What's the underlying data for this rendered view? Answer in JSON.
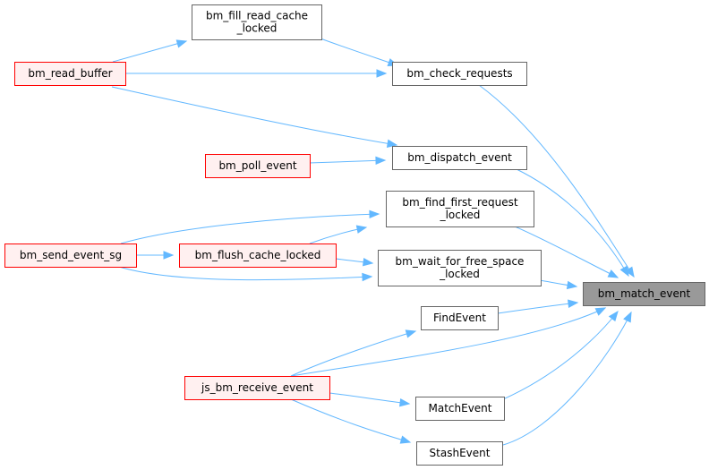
{
  "colors": {
    "edge": "#63b8ff",
    "normal_fill": "#ffffff",
    "normal_stroke": "#666666",
    "alert_fill": "#fff0f0",
    "alert_stroke": "#ff0000",
    "focus_fill": "#999999",
    "focus_stroke": "#666666"
  },
  "nodes": {
    "bm_fill_read_cache_locked": {
      "lines": [
        "bm_fill_read_cache",
        "_locked"
      ],
      "style": "normal"
    },
    "bm_read_buffer": {
      "lines": [
        "bm_read_buffer"
      ],
      "style": "alert"
    },
    "bm_check_requests": {
      "lines": [
        "bm_check_requests"
      ],
      "style": "normal"
    },
    "bm_poll_event": {
      "lines": [
        "bm_poll_event"
      ],
      "style": "alert"
    },
    "bm_dispatch_event": {
      "lines": [
        "bm_dispatch_event"
      ],
      "style": "normal"
    },
    "bm_find_first_request_locked": {
      "lines": [
        "bm_find_first_request",
        "_locked"
      ],
      "style": "normal"
    },
    "bm_send_event_sg": {
      "lines": [
        "bm_send_event_sg"
      ],
      "style": "alert"
    },
    "bm_flush_cache_locked": {
      "lines": [
        "bm_flush_cache_locked"
      ],
      "style": "alert"
    },
    "bm_wait_for_free_space_locked": {
      "lines": [
        "bm_wait_for_free_space",
        "_locked"
      ],
      "style": "normal"
    },
    "bm_match_event": {
      "lines": [
        "bm_match_event"
      ],
      "style": "focus"
    },
    "FindEvent": {
      "lines": [
        "FindEvent"
      ],
      "style": "normal"
    },
    "js_bm_receive_event": {
      "lines": [
        "js_bm_receive_event"
      ],
      "style": "alert"
    },
    "MatchEvent": {
      "lines": [
        "MatchEvent"
      ],
      "style": "normal"
    },
    "StashEvent": {
      "lines": [
        "StashEvent"
      ],
      "style": "normal"
    }
  },
  "edges": [
    {
      "from": "bm_read_buffer",
      "to": "bm_fill_read_cache_locked"
    },
    {
      "from": "bm_fill_read_cache_locked",
      "to": "bm_check_requests"
    },
    {
      "from": "bm_read_buffer",
      "to": "bm_check_requests"
    },
    {
      "from": "bm_read_buffer",
      "to": "bm_dispatch_event"
    },
    {
      "from": "bm_poll_event",
      "to": "bm_dispatch_event"
    },
    {
      "from": "bm_send_event_sg",
      "to": "bm_find_first_request_locked"
    },
    {
      "from": "bm_flush_cache_locked",
      "to": "bm_find_first_request_locked"
    },
    {
      "from": "bm_send_event_sg",
      "to": "bm_flush_cache_locked"
    },
    {
      "from": "bm_flush_cache_locked",
      "to": "bm_wait_for_free_space_locked"
    },
    {
      "from": "bm_send_event_sg",
      "to": "bm_wait_for_free_space_locked"
    },
    {
      "from": "bm_check_requests",
      "to": "bm_match_event"
    },
    {
      "from": "bm_dispatch_event",
      "to": "bm_match_event"
    },
    {
      "from": "bm_find_first_request_locked",
      "to": "bm_match_event"
    },
    {
      "from": "bm_wait_for_free_space_locked",
      "to": "bm_match_event"
    },
    {
      "from": "FindEvent",
      "to": "bm_match_event"
    },
    {
      "from": "js_bm_receive_event",
      "to": "bm_match_event"
    },
    {
      "from": "MatchEvent",
      "to": "bm_match_event"
    },
    {
      "from": "StashEvent",
      "to": "bm_match_event"
    },
    {
      "from": "js_bm_receive_event",
      "to": "FindEvent"
    },
    {
      "from": "js_bm_receive_event",
      "to": "MatchEvent"
    },
    {
      "from": "js_bm_receive_event",
      "to": "StashEvent"
    }
  ]
}
